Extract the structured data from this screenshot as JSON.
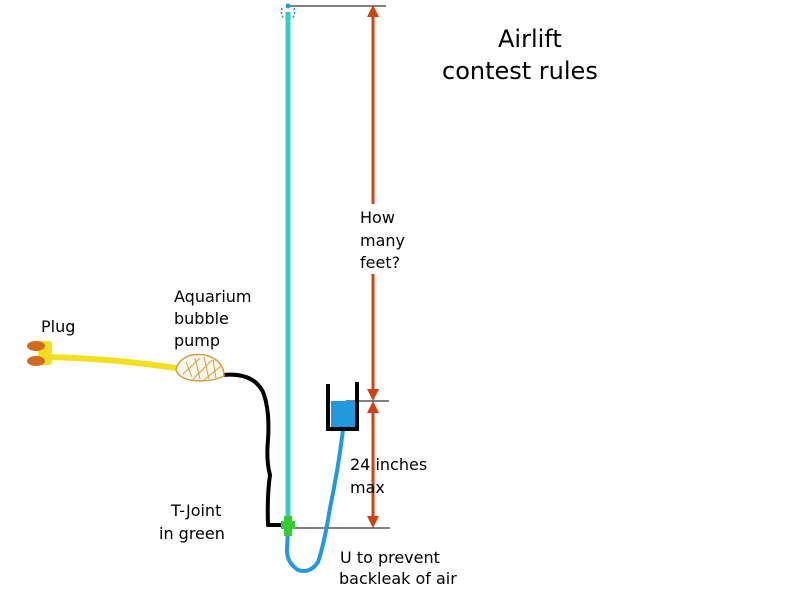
{
  "title": {
    "line1": "Airlift",
    "line2": "contest  rules"
  },
  "labels": {
    "plug": "Plug",
    "pump_line1": "Aquarium",
    "pump_line2": "bubble",
    "pump_line3": "pump",
    "height_line1": "How",
    "height_line2": "many",
    "height_line3": "feet?",
    "cup_line1": "24 inches",
    "cup_line2": "max",
    "tjoint_line1": "T-Joint",
    "tjoint_line2": "in green",
    "u_line1": "U to prevent",
    "u_line2": "backleak of air"
  },
  "colors": {
    "riser_tube": "#33cccc",
    "supply_hose": "#2299dd",
    "air_hose": "#000000",
    "power_cord": "#f0e020",
    "plug": "#d2691e",
    "t_joint": "#33cc33",
    "dimension_arrow": "#cc4411",
    "cup_water": "#2299dd",
    "pump_outline": "#d4a040"
  }
}
